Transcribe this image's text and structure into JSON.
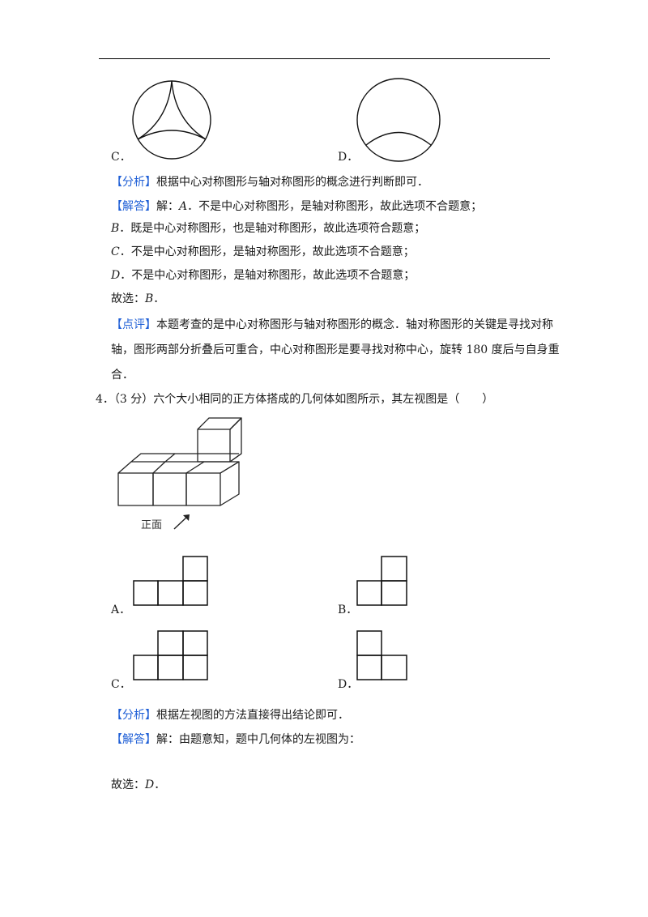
{
  "q3": {
    "opt_c_label": "C．",
    "opt_d_label": "D．",
    "analysis": {
      "tag": "【分析】",
      "text": "根据中心对称图形与轴对称图形的概念进行判断即可．"
    },
    "answer": {
      "tag": "【解答】",
      "lead": "解：",
      "lines": [
        {
          "letter": "A",
          "text": "．不是中心对称图形，是轴对称图形，故此选项不合题意；"
        },
        {
          "letter": "B",
          "text": "．既是中心对称图形，也是轴对称图形，故此选项符合题意；"
        },
        {
          "letter": "C",
          "text": "．不是中心对称图形，是轴对称图形，故此选项不合题意；"
        },
        {
          "letter": "D",
          "text": "．不是中心对称图形，是轴对称图形，故此选项不合题意；"
        }
      ],
      "choice_prefix": "故选：",
      "choice_letter": "B",
      "choice_suffix": "．"
    },
    "comment": {
      "tag": "【点评】",
      "line1": "本题考查的是中心对称图形与轴对称图形的概念．轴对称图形的关键是寻找对称",
      "line2": "轴，图形两部分折叠后可重合，中心对称图形是要寻找对称中心，旋转 180 度后与自身重",
      "line3": "合．"
    }
  },
  "q4": {
    "number": "4．",
    "stem": "（3 分）六个大小相同的正方体搭成的几何体如图所示，其左视图是（　　）",
    "front_label": "正面",
    "opt_a_label": "A．",
    "opt_b_label": "B．",
    "opt_c_label": "C．",
    "opt_d_label": "D．",
    "analysis": {
      "tag": "【分析】",
      "text": "根据左视图的方法直接得出结论即可．"
    },
    "answer": {
      "tag": "【解答】",
      "text": "解：由题意知，题中几何体的左视图为："
    },
    "choice_prefix": "故选：",
    "choice_letter": "D",
    "choice_suffix": "．"
  },
  "colors": {
    "tag": "#1f5fd6",
    "text": "#1a1a1a"
  }
}
